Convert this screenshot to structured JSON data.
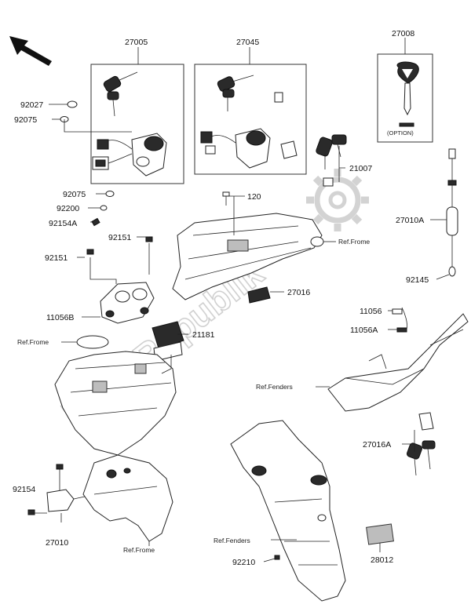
{
  "labels": {
    "p27005": "27005",
    "p27045": "27045",
    "p27008": "27008",
    "p92027": "92027",
    "p92075a": "92075",
    "p92075b": "92075",
    "p92200": "92200",
    "p92154a": "92154A",
    "p120": "120",
    "p21007": "21007",
    "p27010a": "27010A",
    "p92151a": "92151",
    "p92151b": "92151",
    "p27016": "27016",
    "p92145": "92145",
    "p11056b": "11056B",
    "p11056": "11056",
    "p11056a": "11056A",
    "p21181": "21181",
    "p27016a": "27016A",
    "p92154": "92154",
    "p27010": "27010",
    "p28012": "28012",
    "p92210": "92210",
    "option": "(OPTION)"
  },
  "refs": {
    "frame_top": "Ref.Frome",
    "frame_left": "Ref.Frome",
    "frame_bottom": "Ref.Frome",
    "fenders_right": "Ref.Fenders",
    "fenders_bottom": "Ref.Fenders"
  },
  "watermark": "PartsRepublik",
  "colors": {
    "line": "#222222",
    "watermark": "#c8c8c8",
    "background": "#ffffff"
  }
}
